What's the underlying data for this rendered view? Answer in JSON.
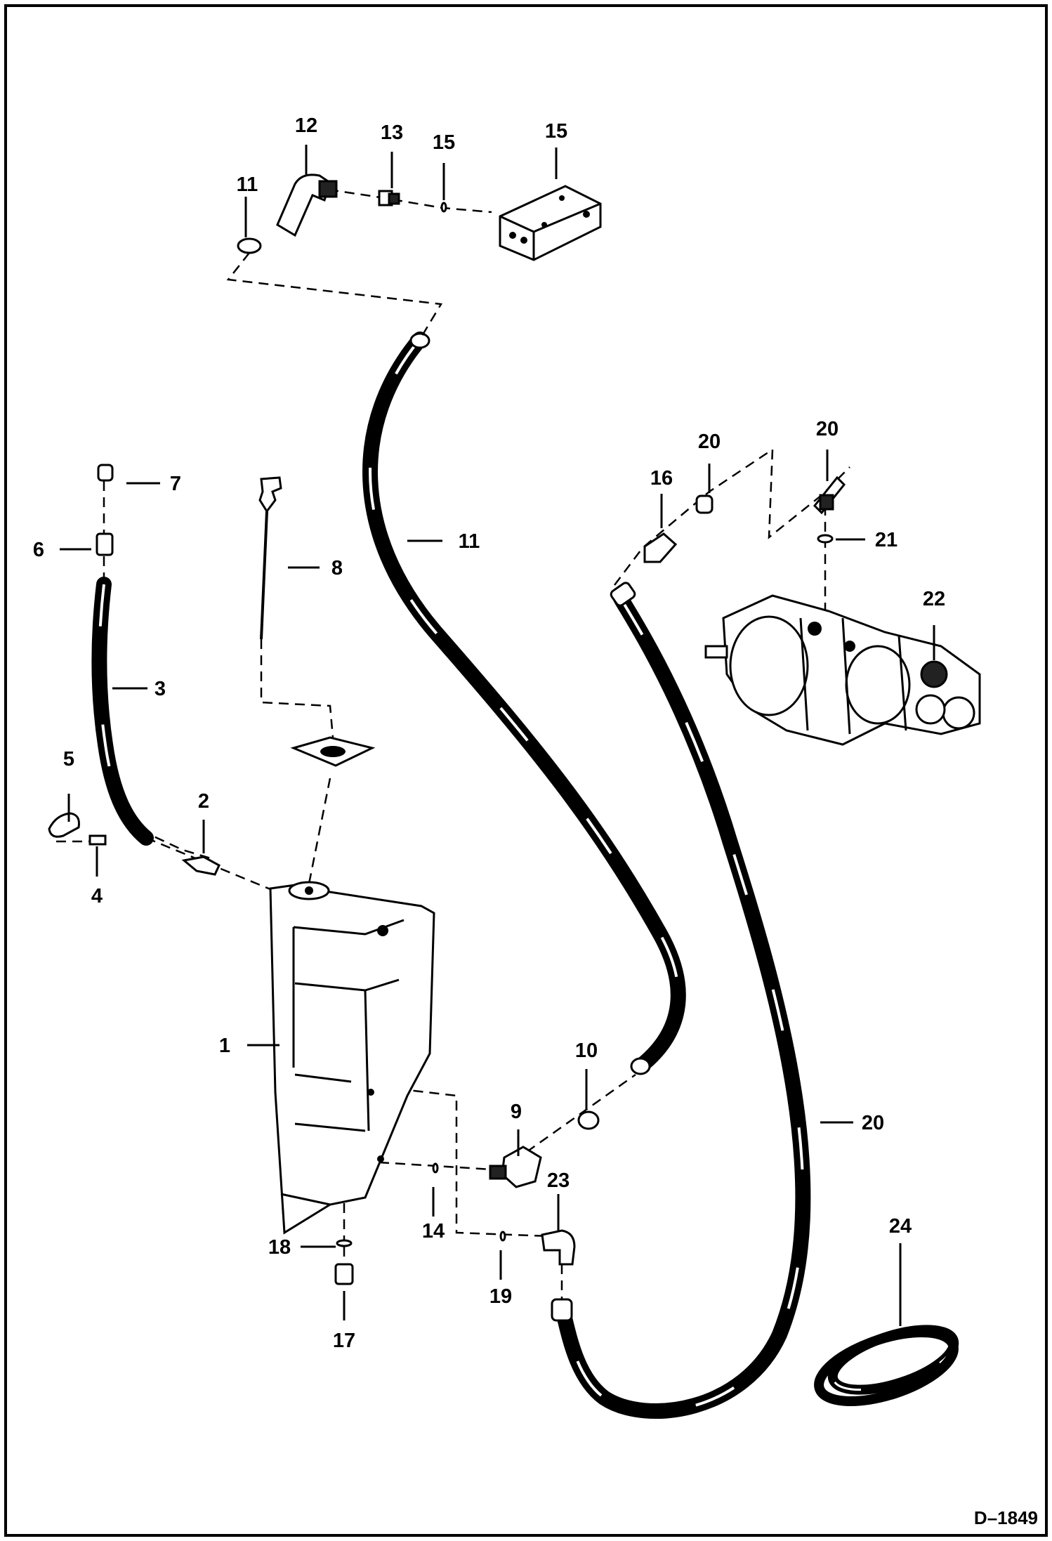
{
  "drawing_id": "D–1849",
  "callouts": [
    {
      "id": "c1",
      "label": "1"
    },
    {
      "id": "c2",
      "label": "2"
    },
    {
      "id": "c3",
      "label": "3"
    },
    {
      "id": "c4",
      "label": "4"
    },
    {
      "id": "c5",
      "label": "5"
    },
    {
      "id": "c6",
      "label": "6"
    },
    {
      "id": "c7",
      "label": "7"
    },
    {
      "id": "c8",
      "label": "8"
    },
    {
      "id": "c9",
      "label": "9"
    },
    {
      "id": "c10",
      "label": "10"
    },
    {
      "id": "c11a",
      "label": "11"
    },
    {
      "id": "c11b",
      "label": "11"
    },
    {
      "id": "c12",
      "label": "12"
    },
    {
      "id": "c13",
      "label": "13"
    },
    {
      "id": "c14",
      "label": "14"
    },
    {
      "id": "c15a",
      "label": "15"
    },
    {
      "id": "c15b",
      "label": "15"
    },
    {
      "id": "c16",
      "label": "16"
    },
    {
      "id": "c17",
      "label": "17"
    },
    {
      "id": "c18",
      "label": "18"
    },
    {
      "id": "c19",
      "label": "19"
    },
    {
      "id": "c20a",
      "label": "20"
    },
    {
      "id": "c20b",
      "label": "20"
    },
    {
      "id": "c20c",
      "label": "20"
    },
    {
      "id": "c21",
      "label": "21"
    },
    {
      "id": "c22",
      "label": "22"
    },
    {
      "id": "c23",
      "label": "23"
    },
    {
      "id": "c24",
      "label": "24"
    }
  ]
}
